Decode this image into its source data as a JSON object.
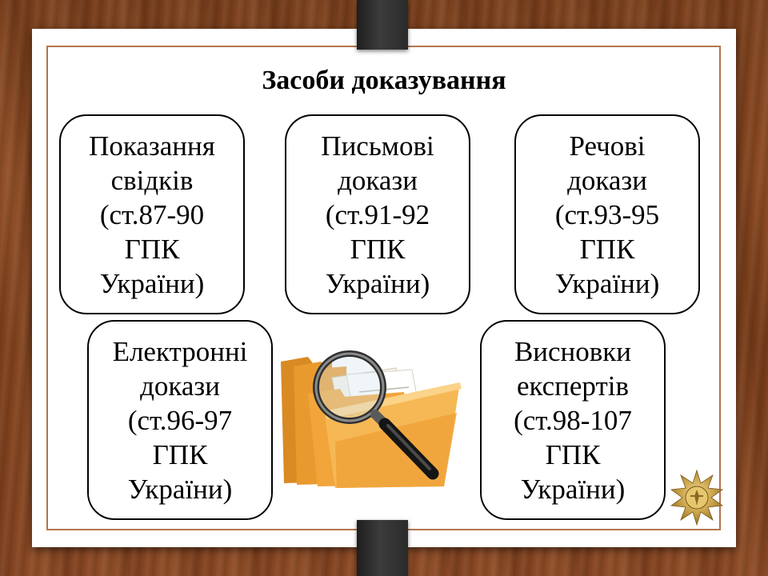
{
  "slide": {
    "title": "Засоби доказування",
    "boxes": [
      {
        "text": "Показання\nсвідків\n(ст.87-90\nГПК\nУкраїни)"
      },
      {
        "text": "Письмові\nдокази\n(ст.91-92\nГПК\nУкраїни)"
      },
      {
        "text": "Речові\nдокази\n(ст.93-95\nГПК\nУкраїни)"
      },
      {
        "text": "Електронні\nдокази\n(ст.96-97\nГПК\nУкраїни)"
      },
      {
        "text": "Висновки\nекспертів\n(ст.98-107\nГПК\nУкраїни)"
      }
    ]
  },
  "images": {
    "center": "folders-magnifier-icon",
    "corner": "gold-emblem-icon"
  },
  "colors": {
    "wood": "#7d3f1b",
    "frame": "#b57450",
    "strap": "#2a2a2a",
    "folder": "#f2a53a",
    "emblem": "#c9a24a"
  }
}
